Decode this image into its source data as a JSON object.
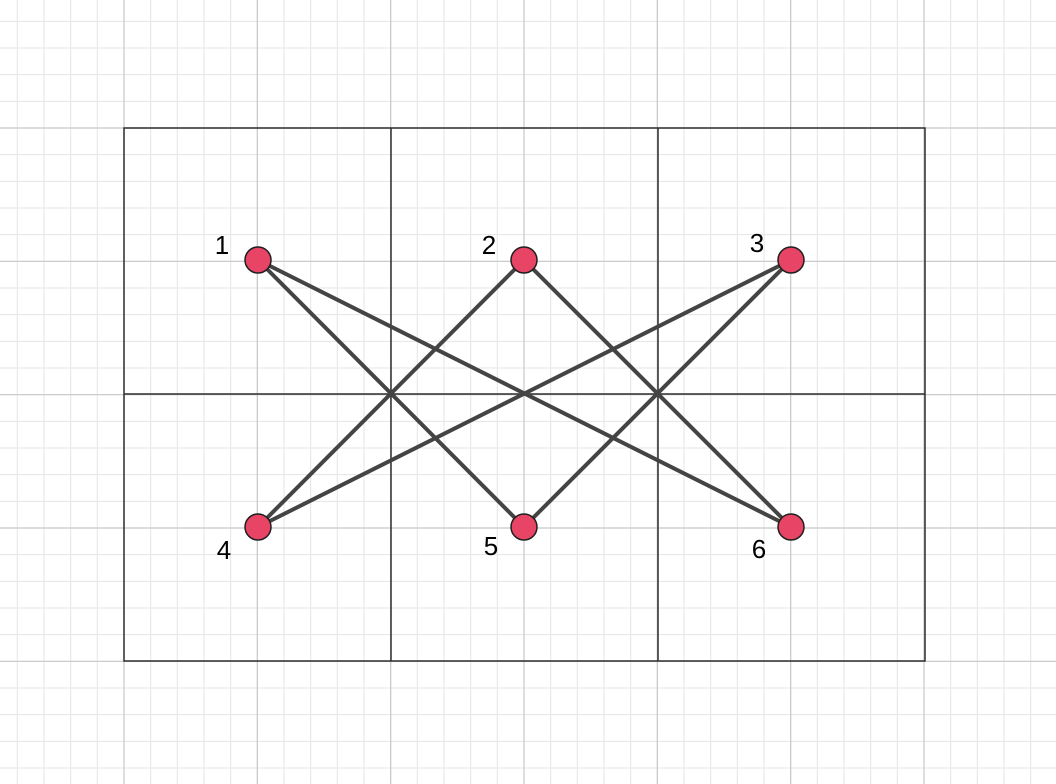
{
  "colors": {
    "background": "#ffffff",
    "grid_minor": "#e5e5e5",
    "grid_major": "#c7c7c7",
    "frame": "#2e2e2e",
    "edge": "#444444",
    "node_fill": "#e84466",
    "node_stroke": "#1f1f1f"
  },
  "nodes": [
    {
      "id": "1",
      "label": "1"
    },
    {
      "id": "2",
      "label": "2"
    },
    {
      "id": "3",
      "label": "3"
    },
    {
      "id": "4",
      "label": "4"
    },
    {
      "id": "5",
      "label": "5"
    },
    {
      "id": "6",
      "label": "6"
    }
  ],
  "edges": [
    {
      "from": "1",
      "to": "5"
    },
    {
      "from": "1",
      "to": "6"
    },
    {
      "from": "2",
      "to": "4"
    },
    {
      "from": "2",
      "to": "6"
    },
    {
      "from": "3",
      "to": "4"
    },
    {
      "from": "3",
      "to": "5"
    }
  ]
}
